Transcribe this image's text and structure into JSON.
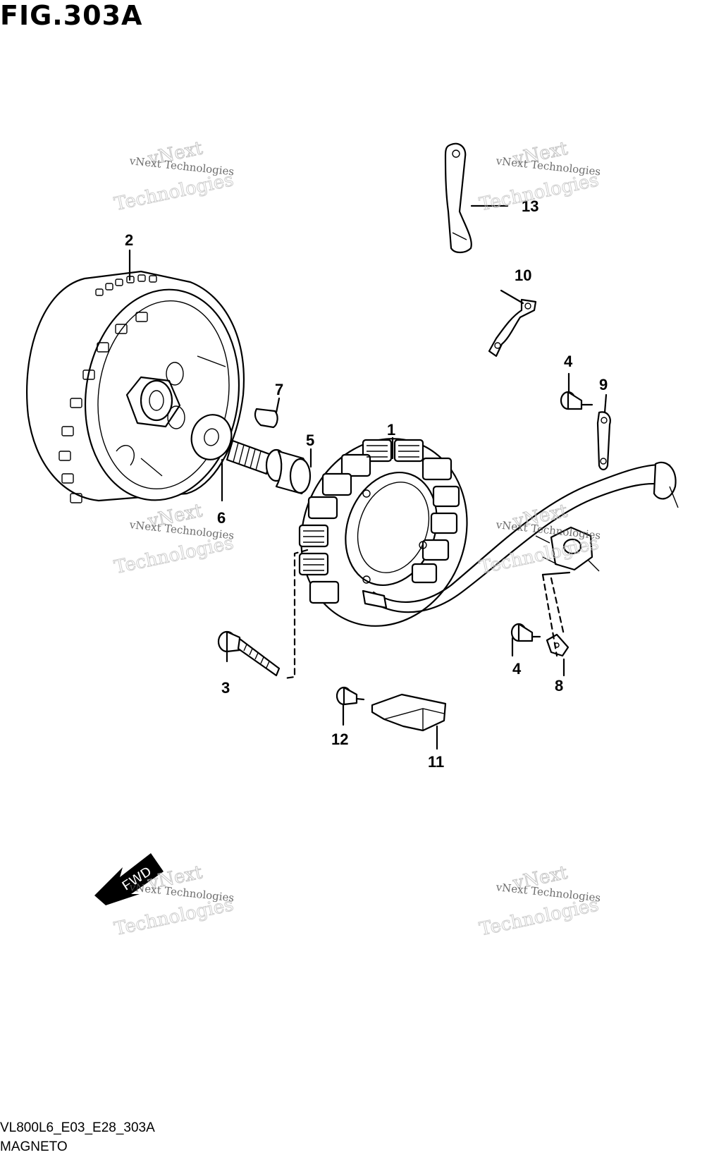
{
  "figure": {
    "title": "FIG.303A",
    "code": "VL800L6_E03_E28_303A",
    "name": "MAGNETO"
  },
  "callouts": [
    "1",
    "2",
    "3",
    "4",
    "4",
    "5",
    "6",
    "7",
    "8",
    "9",
    "10",
    "11",
    "12",
    "13"
  ],
  "direction_label": "FWD",
  "watermark": {
    "line1": "vNext Technologies",
    "line2": "vNext",
    "line3": "Technologies"
  }
}
